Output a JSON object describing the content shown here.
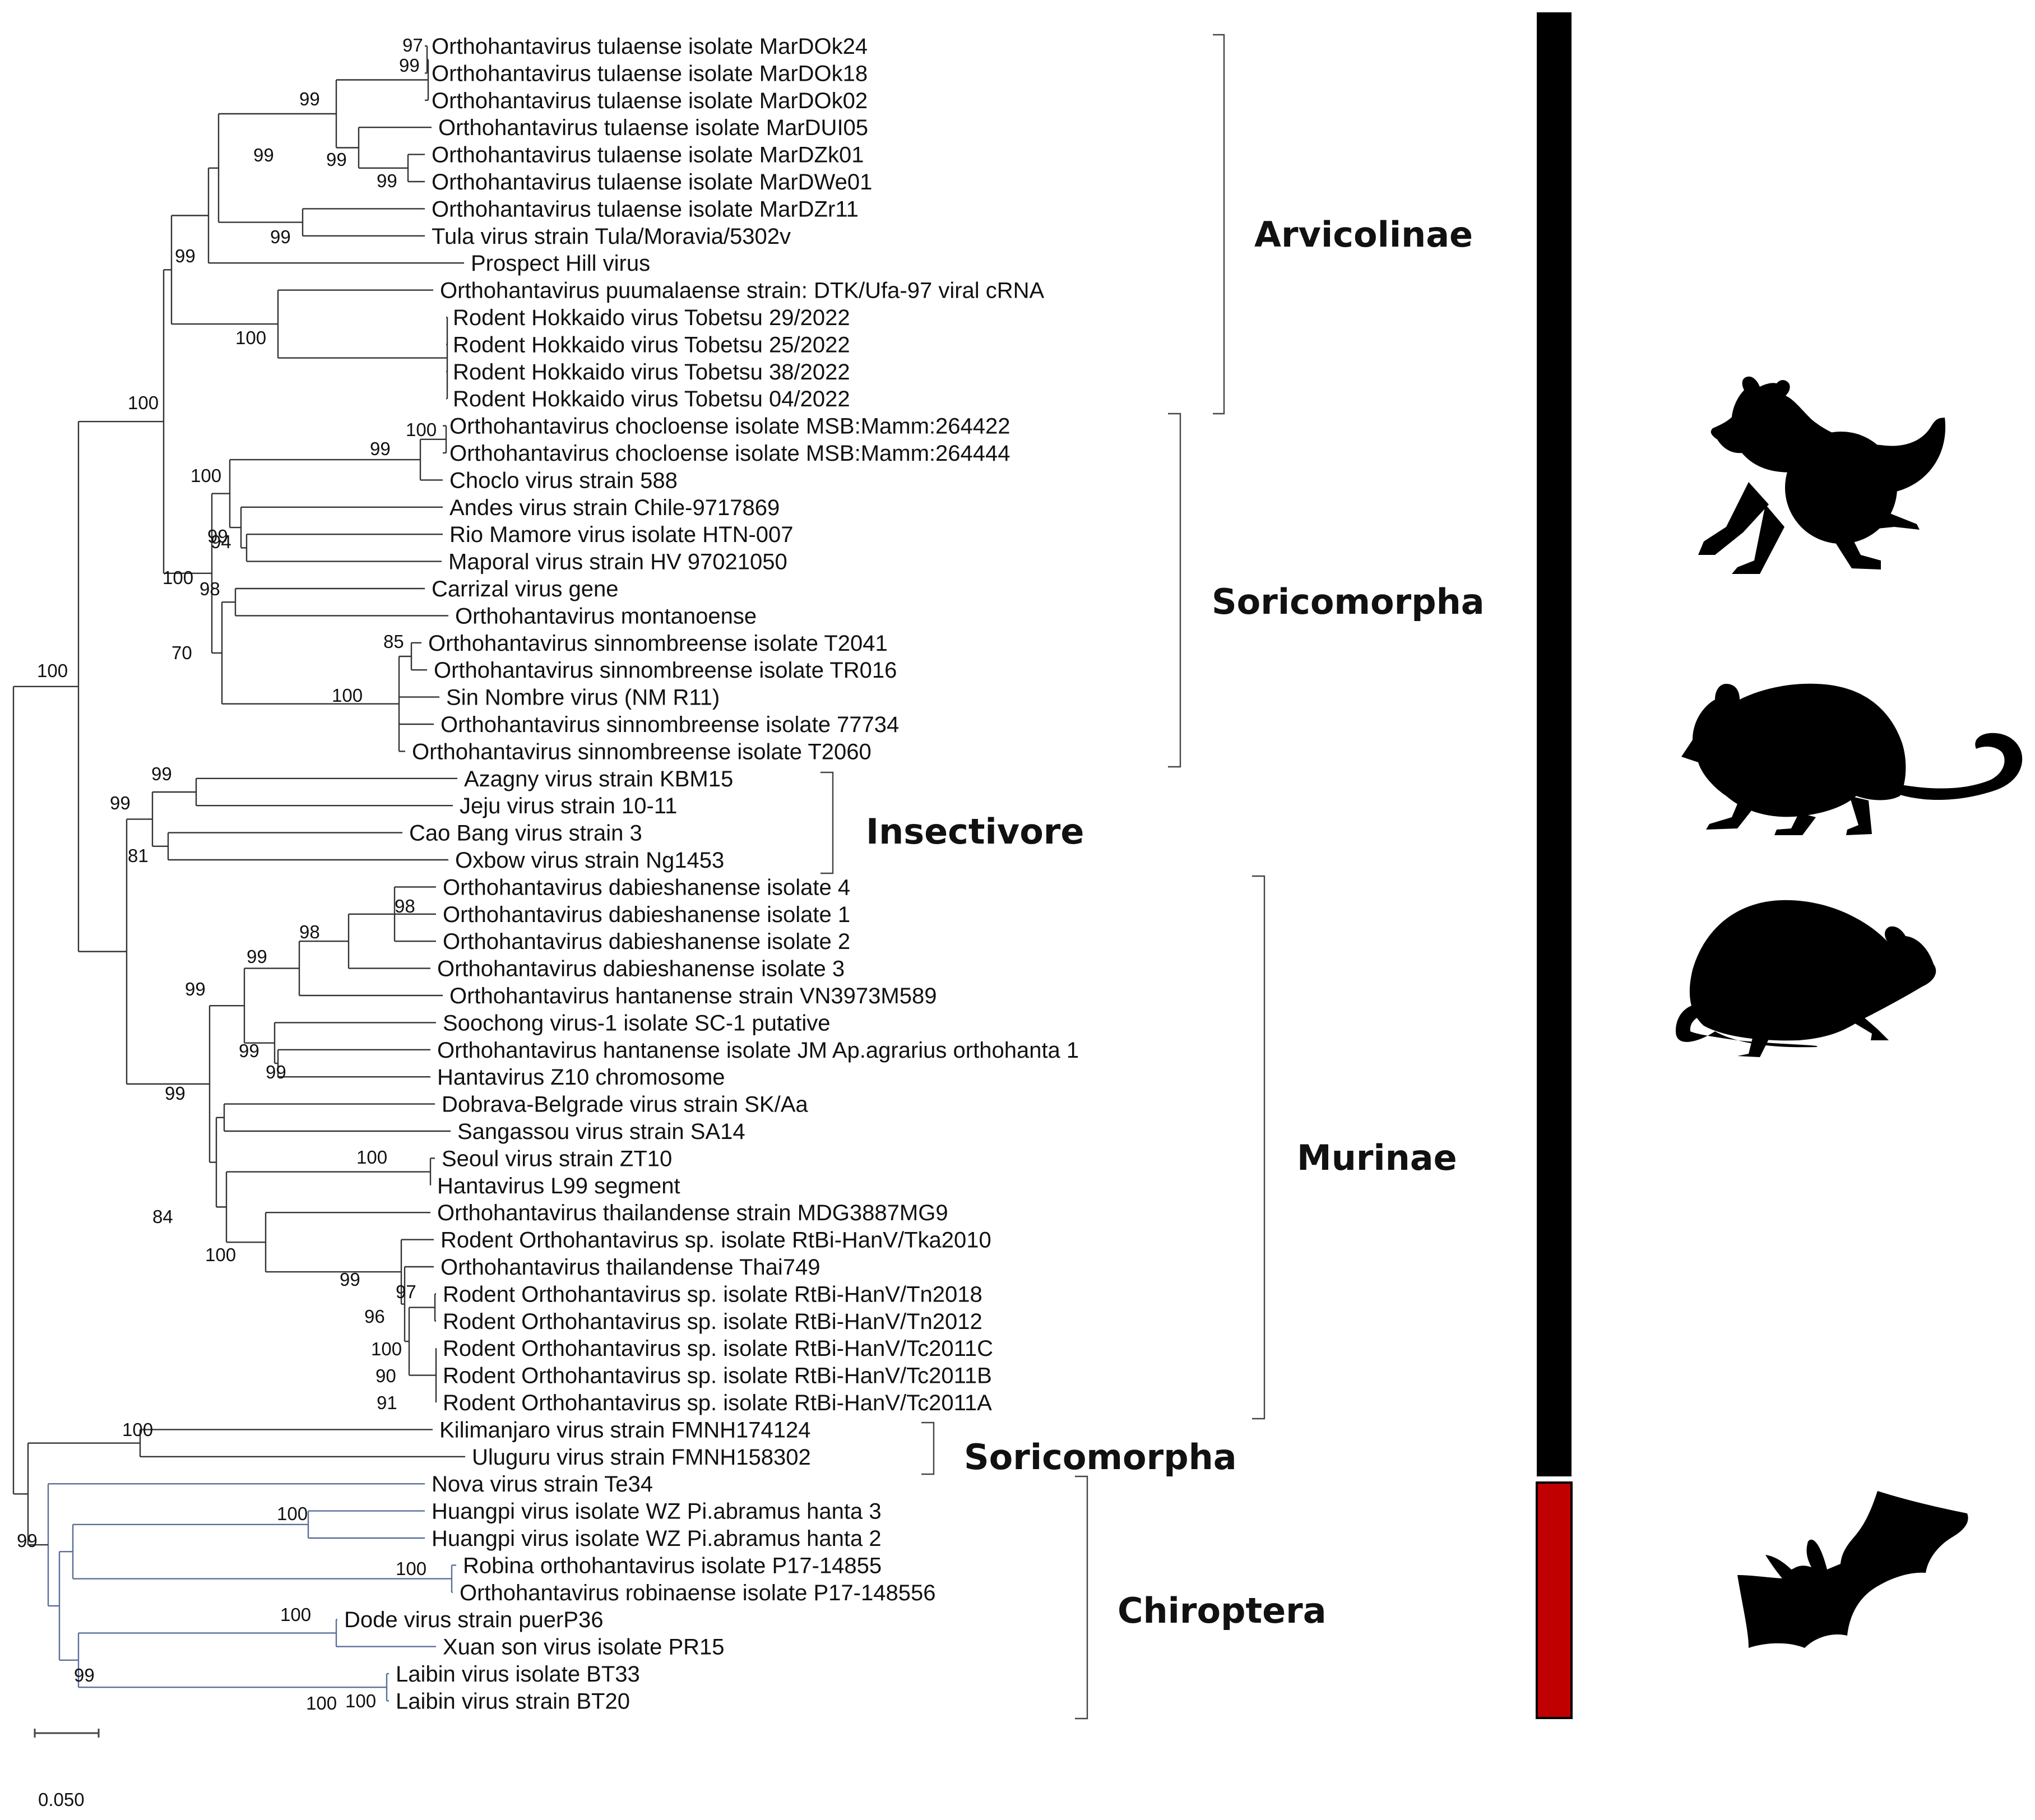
{
  "taxa": [
    "Orthohantavirus tulaense isolate MarDOk24",
    "Orthohantavirus tulaense isolate MarDOk18",
    "Orthohantavirus tulaense isolate MarDOk02",
    "Orthohantavirus tulaense isolate MarDUI05",
    "Orthohantavirus tulaense isolate MarDZk01",
    "Orthohantavirus tulaense isolate MarDWe01",
    "Orthohantavirus tulaense isolate MarDZr11",
    "Tula virus strain Tula/Moravia/5302v",
    "Prospect Hill virus",
    "Orthohantavirus puumalaense strain: DTK/Ufa-97 viral cRNA",
    "Rodent Hokkaido virus Tobetsu 29/2022",
    "Rodent Hokkaido virus Tobetsu 25/2022",
    "Rodent Hokkaido virus Tobetsu 38/2022",
    "Rodent Hokkaido virus Tobetsu 04/2022",
    "Orthohantavirus chocloense isolate MSB:Mamm:264422",
    "Orthohantavirus chocloense isolate MSB:Mamm:264444",
    "Choclo virus strain 588",
    "Andes virus strain Chile-9717869",
    "Rio Mamore virus isolate HTN-007",
    "Maporal virus strain HV 97021050",
    "Carrizal virus gene",
    "Orthohantavirus montanoense",
    "Orthohantavirus sinnombreense isolate T2041",
    "Orthohantavirus sinnombreense isolate TR016",
    "Sin Nombre virus (NM R11)",
    "Orthohantavirus sinnombreense isolate 77734",
    "Orthohantavirus sinnombreense isolate T2060",
    "Azagny virus strain KBM15",
    "Jeju virus strain 10-11",
    "Cao Bang virus strain 3",
    "Oxbow virus strain Ng1453",
    "Orthohantavirus dabieshanense isolate 4",
    "Orthohantavirus dabieshanense isolate 1",
    "Orthohantavirus dabieshanense isolate 2",
    "Orthohantavirus dabieshanense isolate 3",
    "Orthohantavirus hantanense strain VN3973M589",
    "Soochong virus-1 isolate SC-1 putative",
    "Orthohantavirus hantanense isolate JM Ap.agrarius orthohanta 1",
    "Hantavirus Z10 chromosome",
    "Dobrava-Belgrade virus strain SK/Aa",
    "Sangassou virus strain SA14",
    "Seoul virus strain ZT10",
    "Hantavirus L99 segment",
    "Orthohantavirus thailandense strain MDG3887MG9",
    "Rodent Orthohantavirus sp. isolate RtBi-HanV/Tka2010",
    "Orthohantavirus thailandense Thai749",
    "Rodent Orthohantavirus sp. isolate RtBi-HanV/Tn2018",
    "Rodent Orthohantavirus sp. isolate RtBi-HanV/Tn2012",
    "Rodent Orthohantavirus sp. isolate RtBi-HanV/Tc2011C",
    "Rodent Orthohantavirus sp. isolate RtBi-HanV/Tc2011B",
    "Rodent Orthohantavirus sp. isolate RtBi-HanV/Tc2011A",
    "Kilimanjaro virus strain FMNH174124",
    "Uluguru virus strain FMNH158302",
    "Nova virus strain Te34",
    "Huangpi virus isolate WZ Pi.abramus hanta 3",
    "Huangpi virus isolate WZ Pi.abramus hanta 2",
    "Robina orthohantavirus isolate P17-14855",
    "Orthohantavirus robinaense isolate P17-148556",
    "Dode virus strain puerP36",
    "Xuan son virus isolate PR15",
    "Laibin virus isolate BT33",
    "Laibin virus strain BT20"
  ],
  "bootstrap_values": [
    "97",
    "99",
    "99",
    "99",
    "99",
    "99",
    "99",
    "99",
    "100",
    "100",
    "100",
    "99",
    "100",
    "99",
    "94",
    "100",
    "98",
    "70",
    "85",
    "100",
    "100",
    "99",
    "99",
    "81",
    "98",
    "98",
    "99",
    "99",
    "99",
    "99",
    "99",
    "100",
    "84",
    "100",
    "99",
    "97",
    "96",
    "100",
    "90",
    "91",
    "100",
    "100",
    "100",
    "100",
    "100",
    "99",
    "99",
    "100"
  ],
  "clades": {
    "arvicolinae": "Arvicolinae",
    "soricomorpha_a": "Soricomorpha",
    "insectivore": "Insectivore",
    "murinae": "Murinae",
    "soricomorpha_b": "Soricomorpha",
    "chiroptera": "Chiroptera"
  },
  "host_bar_colors": {
    "rodent": "#000000",
    "bat": "#c00000"
  },
  "scale_bar": {
    "label": "0.050"
  },
  "icons": [
    "mouse-icon",
    "rat-icon",
    "rat-icon",
    "bat-icon"
  ]
}
